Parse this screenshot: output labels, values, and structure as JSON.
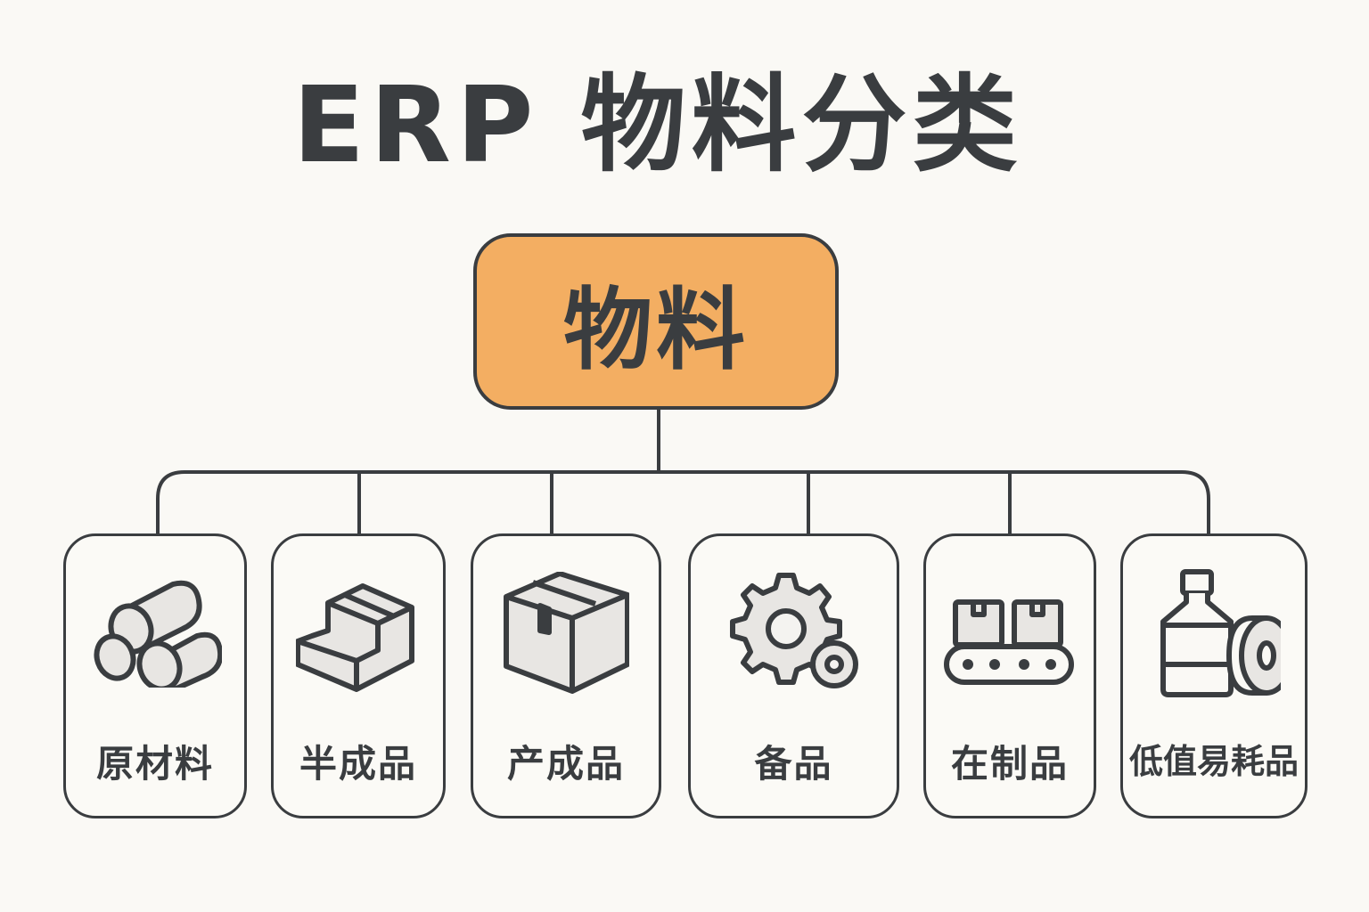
{
  "title": "ERP 物料分类",
  "root": {
    "label": "物料",
    "fill_color": "#f3ae62"
  },
  "colors": {
    "stroke": "#3a3d40",
    "background": "#faf9f5",
    "icon_fill": "#e8e6e3"
  },
  "categories": [
    {
      "label": "原材料",
      "icon": "cylinders-stack-icon"
    },
    {
      "label": "半成品",
      "icon": "stepped-block-icon"
    },
    {
      "label": "产成品",
      "icon": "closed-box-icon"
    },
    {
      "label": "备品",
      "icon": "gear-icon"
    },
    {
      "label": "在制品",
      "icon": "conveyor-belt-icon"
    },
    {
      "label": "低值易耗品",
      "icon": "bottle-and-tape-icon"
    }
  ]
}
